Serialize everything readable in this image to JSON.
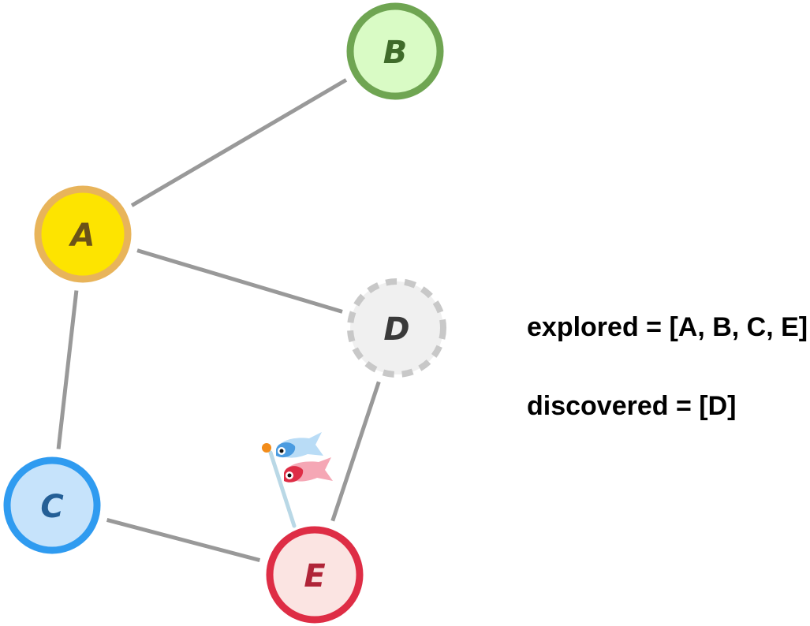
{
  "graph": {
    "nodes": [
      {
        "id": "A",
        "label": "A",
        "fill": "#fde400",
        "stroke": "#e8b45a",
        "text_color": "#6b5318",
        "style": "solid"
      },
      {
        "id": "B",
        "label": "B",
        "fill": "#d9fbc5",
        "stroke": "#6fa552",
        "text_color": "#3f6b2a",
        "style": "solid"
      },
      {
        "id": "C",
        "label": "C",
        "fill": "#c6e3fb",
        "stroke": "#2f9bf0",
        "text_color": "#245f96",
        "style": "solid"
      },
      {
        "id": "D",
        "label": "D",
        "fill": "#f0f0f0",
        "stroke": "#c8c8c8",
        "text_color": "#3a3a3a",
        "style": "dashed"
      },
      {
        "id": "E",
        "label": "E",
        "fill": "#fbe4e2",
        "stroke": "#de2d45",
        "text_color": "#b02438",
        "style": "solid"
      }
    ],
    "edges": [
      {
        "from": "A",
        "to": "B"
      },
      {
        "from": "A",
        "to": "D"
      },
      {
        "from": "A",
        "to": "C"
      },
      {
        "from": "C",
        "to": "E"
      },
      {
        "from": "D",
        "to": "E"
      }
    ],
    "edge_color": "#999999",
    "current_node_marker": "carp-streamer-flag-icon"
  },
  "status": {
    "explored_text": "explored = [A, B, C, E]",
    "discovered_text": "discovered = [D]"
  }
}
